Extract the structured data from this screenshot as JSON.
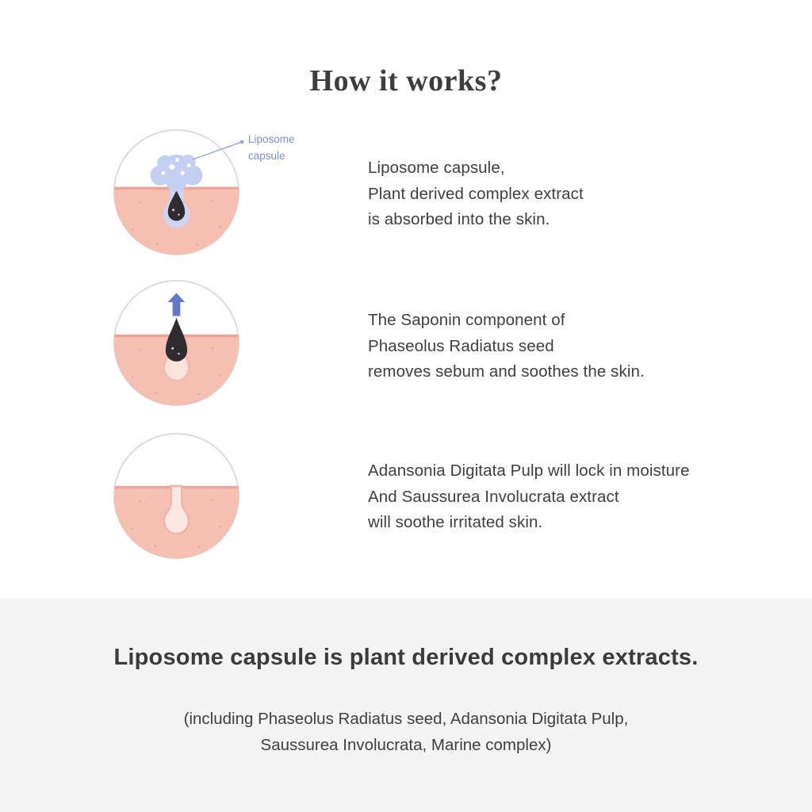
{
  "title": "How it works?",
  "callout": {
    "line1": "Liposome",
    "line2": "capsule"
  },
  "steps": [
    {
      "illustration": "pore-with-liposome-capsules",
      "lines": [
        "Liposome capsule,",
        "Plant derived complex extract",
        "is absorbed into the skin."
      ]
    },
    {
      "illustration": "sebum-extraction-arrow",
      "lines": [
        "The Saponin component of",
        "Phaseolus Radiatus seed",
        "removes sebum and soothes the skin."
      ]
    },
    {
      "illustration": "clean-soothed-pore",
      "lines": [
        "Adansonia Digitata Pulp will lock in moisture",
        "And Saussurea Involucrata extract",
        "will soothe irritated skin."
      ]
    }
  ],
  "footer": {
    "headline": "Liposome capsule is plant derived complex extracts.",
    "subline1": "(including Phaseolus Radiatus seed, Adansonia Digitata Pulp,",
    "subline2": "Saussurea Involucrata, Marine complex)"
  },
  "colors": {
    "accent_lavender": "#c5cff2",
    "callout_text": "#7b8fd6",
    "skin": "#f5bfb2",
    "skin_edge": "#eba495",
    "blackhead": "#2f2b30",
    "arrow_blue": "#6479c6",
    "footer_background": "#f4f4f4",
    "body_text": "#3f3f3f"
  }
}
